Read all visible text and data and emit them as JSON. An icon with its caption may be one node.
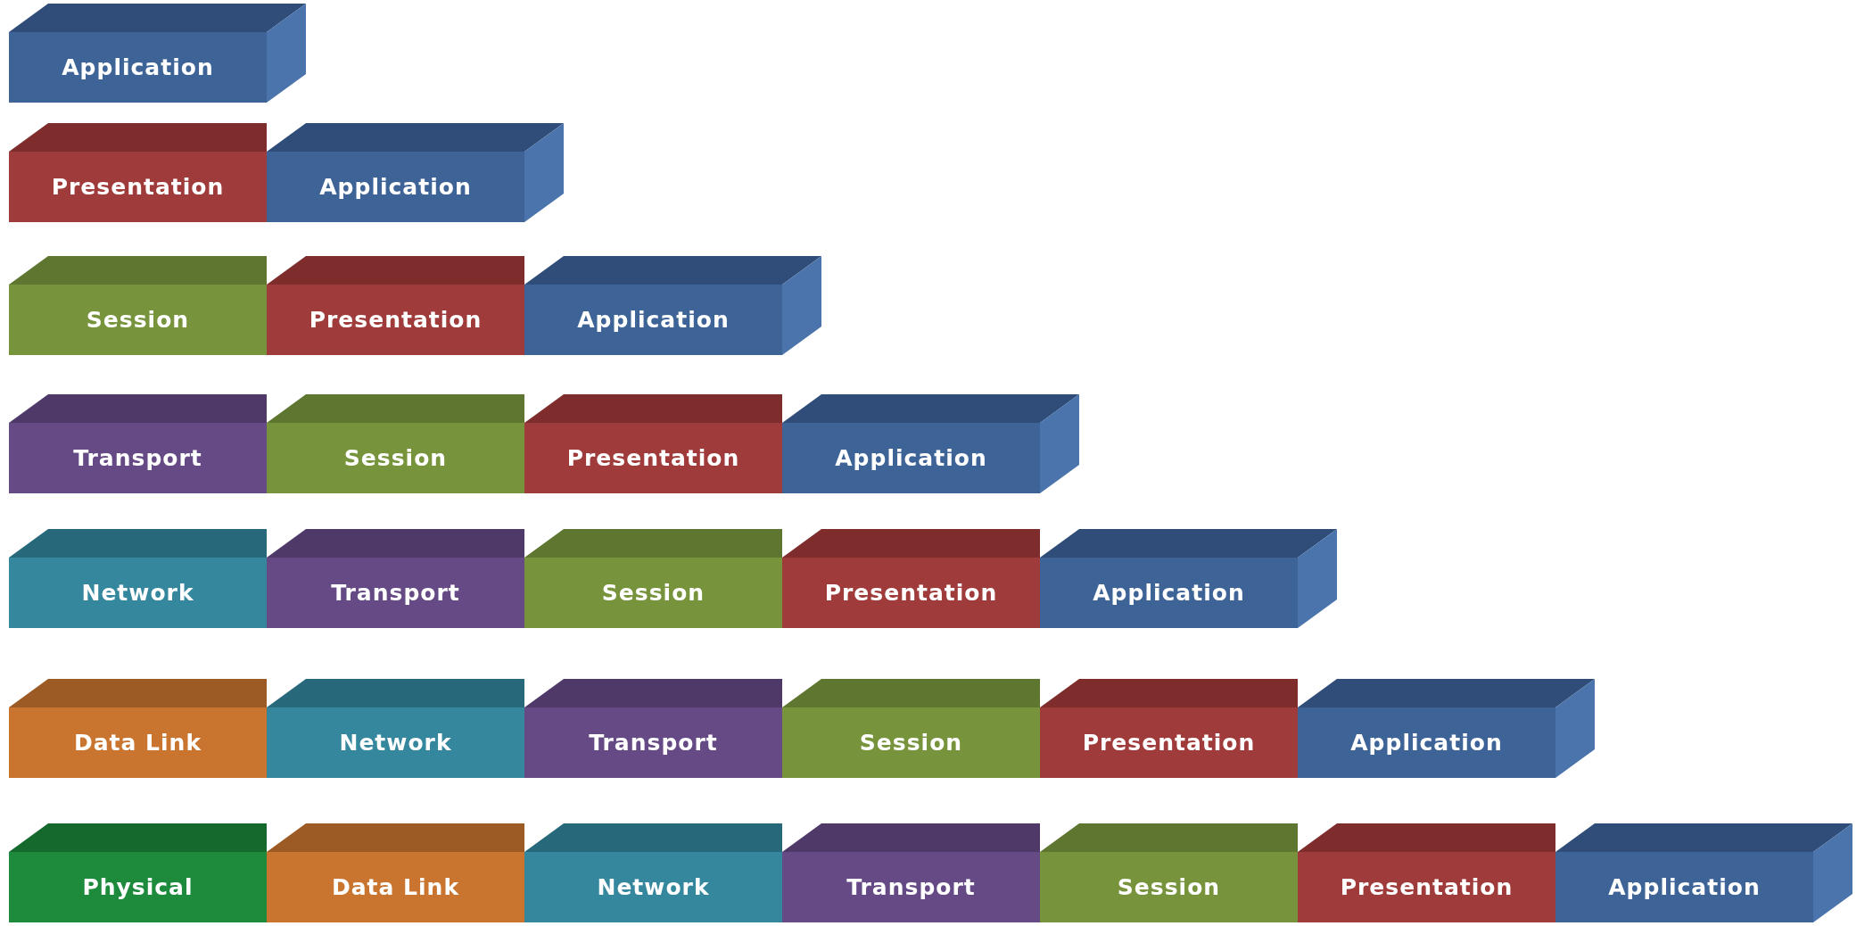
{
  "diagram": {
    "nodes": [
      {
        "text": [
          "Application"
        ]
      },
      {
        "text": [
          "Presentation"
        ]
      },
      {
        "text": [
          "Application"
        ]
      },
      {
        "text": [
          "Session"
        ]
      },
      {
        "text": [
          "Presentation"
        ]
      },
      {
        "text": [
          "Application"
        ]
      },
      {
        "text": [
          "Transport"
        ]
      },
      {
        "text": [
          "Session"
        ]
      },
      {
        "text": [
          "Presentation"
        ]
      },
      {
        "text": [
          "Application"
        ]
      },
      {
        "text": [
          "Network"
        ]
      },
      {
        "text": [
          "Transport"
        ]
      },
      {
        "text": [
          "Session"
        ]
      },
      {
        "text": [
          "Presentation"
        ]
      },
      {
        "text": [
          "Application"
        ]
      },
      {
        "text": [
          "Data Link"
        ]
      },
      {
        "text": [
          "Network"
        ]
      },
      {
        "text": [
          "Transport"
        ]
      },
      {
        "text": [
          "Session"
        ]
      },
      {
        "text": [
          "Presentation"
        ]
      },
      {
        "text": [
          "Application"
        ]
      },
      {
        "text": [
          "Physical"
        ]
      },
      {
        "text": [
          "Data Link"
        ]
      },
      {
        "text": [
          "Network"
        ]
      },
      {
        "text": [
          "Transport"
        ]
      },
      {
        "text": [
          "Session"
        ]
      },
      {
        "text": [
          "Presentation"
        ]
      },
      {
        "text": [
          "Application"
        ]
      }
    ]
  }
}
